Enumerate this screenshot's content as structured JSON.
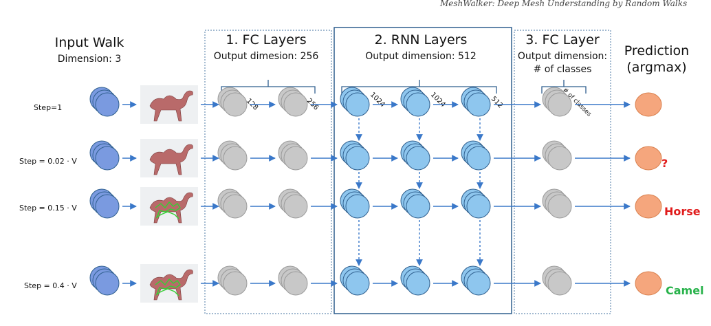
{
  "running_header": "MeshWalker: Deep Mesh Understanding by Random Walks",
  "input": {
    "title": "Input Walk",
    "subtitle": "Dimension: 3"
  },
  "fc1": {
    "title": "1. FC Layers",
    "subtitle": "Output dimesion: 256",
    "labels": [
      "128",
      "256"
    ]
  },
  "rnn": {
    "title": "2. RNN Layers",
    "subtitle": "Output dimension: 512",
    "labels": [
      "1024",
      "1024",
      "512"
    ]
  },
  "fc2": {
    "title": "3. FC Layer",
    "subtitle": "Output dimension:",
    "subtitle2": "# of classes",
    "label": "# of classes"
  },
  "prediction": {
    "title": "Prediction",
    "subtitle": "(argmax)"
  },
  "rows": [
    {
      "step": "Step=1",
      "result": ""
    },
    {
      "step": "Step = 0.02 · V",
      "result": "?"
    },
    {
      "step": "Step = 0.15 · V",
      "result": "Horse"
    },
    {
      "step": "Step = 0.4 · V",
      "result": "Camel"
    }
  ],
  "colors": {
    "input_node": "#7a9ae0",
    "fc_node": "#c8c8c8",
    "rnn_node": "#8ec6ee",
    "prediction_node": "#f5a67d",
    "arrow": "#3a78c9",
    "question": "#e01b1b",
    "horse": "#e01b1b",
    "camel": "#27b24a",
    "camel_body": "#b96a6a",
    "walk_path": "#35d035"
  }
}
